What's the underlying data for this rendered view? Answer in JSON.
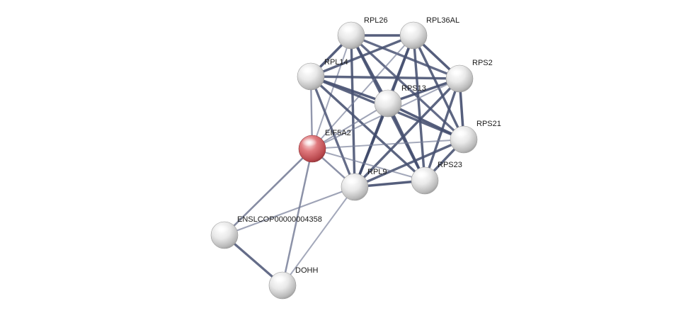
{
  "colors": {
    "query_node": "#d9666b",
    "node": "#e6e6e6",
    "edge": "#3c4668",
    "edge_light": "#8f95ad"
  },
  "network": {
    "nodes": [
      {
        "id": "RPL26",
        "label": "RPL26",
        "query": false
      },
      {
        "id": "RPL36AL",
        "label": "RPL36AL",
        "query": false
      },
      {
        "id": "RPL14",
        "label": "RPL14",
        "query": false
      },
      {
        "id": "RPS2",
        "label": "RPS2",
        "query": false
      },
      {
        "id": "RPS13",
        "label": "RPS13",
        "query": false
      },
      {
        "id": "RPS21",
        "label": "RPS21",
        "query": false
      },
      {
        "id": "EIF5A2",
        "label": "EIF5A2",
        "query": true
      },
      {
        "id": "RPS23",
        "label": "RPS23",
        "query": false
      },
      {
        "id": "RPL9",
        "label": "RPL9",
        "query": false
      },
      {
        "id": "ENSLCOP00000004358",
        "label": "ENSLCOP00000004358",
        "query": false
      },
      {
        "id": "DOHH",
        "label": "DOHH",
        "query": false
      }
    ],
    "edges": [
      {
        "source": "RPL26",
        "target": "RPL36AL",
        "weight": 0.9
      },
      {
        "source": "RPL26",
        "target": "RPL14",
        "weight": 0.9
      },
      {
        "source": "RPL26",
        "target": "RPS2",
        "weight": 0.8
      },
      {
        "source": "RPL26",
        "target": "RPS13",
        "weight": 0.9
      },
      {
        "source": "RPL26",
        "target": "RPS21",
        "weight": 0.8
      },
      {
        "source": "RPL26",
        "target": "RPS23",
        "weight": 0.85
      },
      {
        "source": "RPL26",
        "target": "RPL9",
        "weight": 0.85
      },
      {
        "source": "RPL26",
        "target": "EIF5A2",
        "weight": 0.3
      },
      {
        "source": "RPL36AL",
        "target": "RPL14",
        "weight": 0.85
      },
      {
        "source": "RPL36AL",
        "target": "RPS2",
        "weight": 0.9
      },
      {
        "source": "RPL36AL",
        "target": "RPS13",
        "weight": 0.9
      },
      {
        "source": "RPL36AL",
        "target": "RPS21",
        "weight": 0.85
      },
      {
        "source": "RPL36AL",
        "target": "RPS23",
        "weight": 0.85
      },
      {
        "source": "RPL36AL",
        "target": "RPL9",
        "weight": 0.85
      },
      {
        "source": "RPL36AL",
        "target": "EIF5A2",
        "weight": 0.3
      },
      {
        "source": "RPL14",
        "target": "RPS2",
        "weight": 0.85
      },
      {
        "source": "RPL14",
        "target": "RPS13",
        "weight": 0.9
      },
      {
        "source": "RPL14",
        "target": "RPS21",
        "weight": 0.85
      },
      {
        "source": "RPL14",
        "target": "RPS23",
        "weight": 0.85
      },
      {
        "source": "RPL14",
        "target": "RPL9",
        "weight": 0.8
      },
      {
        "source": "RPL14",
        "target": "EIF5A2",
        "weight": 0.45
      },
      {
        "source": "RPS2",
        "target": "RPS13",
        "weight": 0.9
      },
      {
        "source": "RPS2",
        "target": "RPS21",
        "weight": 0.9
      },
      {
        "source": "RPS2",
        "target": "RPS23",
        "weight": 0.85
      },
      {
        "source": "RPS2",
        "target": "RPL9",
        "weight": 0.85
      },
      {
        "source": "RPS2",
        "target": "EIF5A2",
        "weight": 0.3
      },
      {
        "source": "RPS13",
        "target": "RPS21",
        "weight": 0.9
      },
      {
        "source": "RPS13",
        "target": "RPS23",
        "weight": 0.9
      },
      {
        "source": "RPS13",
        "target": "RPL9",
        "weight": 0.95
      },
      {
        "source": "RPS13",
        "target": "EIF5A2",
        "weight": 0.35
      },
      {
        "source": "RPS21",
        "target": "RPS23",
        "weight": 0.85
      },
      {
        "source": "RPS21",
        "target": "RPL9",
        "weight": 0.85
      },
      {
        "source": "RPS21",
        "target": "EIF5A2",
        "weight": 0.3
      },
      {
        "source": "RPS23",
        "target": "RPL9",
        "weight": 0.9
      },
      {
        "source": "RPS23",
        "target": "EIF5A2",
        "weight": 0.3
      },
      {
        "source": "RPL9",
        "target": "EIF5A2",
        "weight": 0.5
      },
      {
        "source": "EIF5A2",
        "target": "ENSLCOP00000004358",
        "weight": 0.55
      },
      {
        "source": "EIF5A2",
        "target": "DOHH",
        "weight": 0.5
      },
      {
        "source": "RPL9",
        "target": "ENSLCOP00000004358",
        "weight": 0.35
      },
      {
        "source": "RPL9",
        "target": "DOHH",
        "weight": 0.3
      },
      {
        "source": "ENSLCOP00000004358",
        "target": "DOHH",
        "weight": 0.8
      }
    ]
  }
}
